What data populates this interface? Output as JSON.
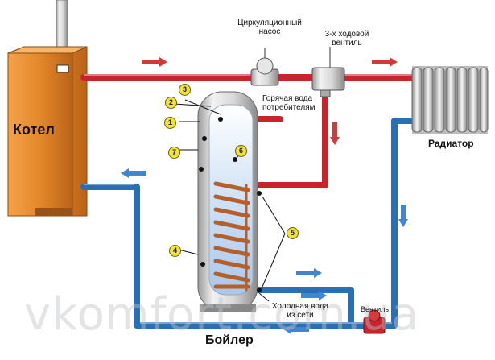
{
  "labels": {
    "boiler_unit": "Котел",
    "circulation_pump": "Циркуляционный насос",
    "three_way_valve": "3-х ходовой вентиль",
    "hot_water": "Горячая вода потребителям",
    "radiator": "Радиатор",
    "valve": "Вентиль",
    "cold_water": "Холодная вода из сети",
    "water_heater": "Бойлер",
    "watermark": "vkomfort.com.ua"
  },
  "callouts": [
    "1",
    "2",
    "3",
    "4",
    "5",
    "6",
    "7"
  ],
  "colors": {
    "hot_pipe": "#c8242a",
    "cold_pipe": "#2a6fb3",
    "boiler_body": "#e08a2e",
    "tank": "#d4d4d4",
    "coil": "#b5602a",
    "callout": "#f1e23a"
  }
}
